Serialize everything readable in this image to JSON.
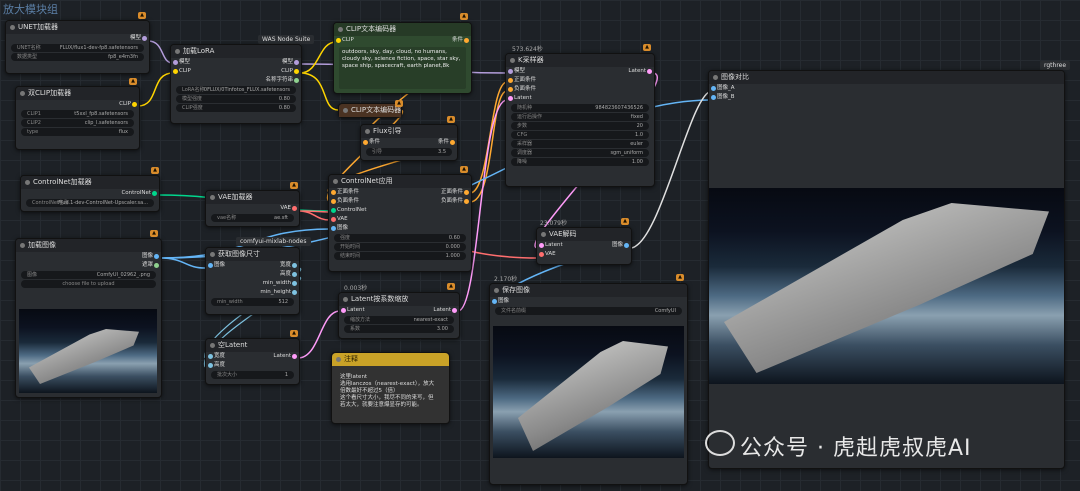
{
  "group_title": "放大模块组",
  "tags": {
    "was": "WAS Node Suite",
    "comfyui_mixlab": "comfyui-mixlab-nodes",
    "rgthree": "rgthree"
  },
  "badges": {
    "ksampler_time": "573.624秒",
    "vae_decode_time": "23.079秒",
    "save_time": "2.170秒",
    "latent_scale_time": "0.003秒"
  },
  "unet": {
    "title": "UNET加载器",
    "out_model": "模型",
    "w1_label": "UNET名称",
    "w1_value": "FLUX/flux1-dev-fp8.safetensors",
    "w2_label": "数据类型",
    "w2_value": "fp8_e4m3fn"
  },
  "dual_clip": {
    "title": "双CLIP加载器",
    "out_clip": "CLIP",
    "w1_label": "CLIP1",
    "w1_value": "t5xxl_fp8.safetensors",
    "w2_label": "CLIP2",
    "w2_value": "clip_l.safetensors",
    "w3_label": "type",
    "w3_value": "flux"
  },
  "lora": {
    "title": "加载LoRA",
    "in_model": "模型",
    "in_clip": "CLIP",
    "out_model": "模型",
    "out_clip": "CLIP",
    "out_name": "名称字符串",
    "w1_label": "LoRA名称",
    "w1_value": "0FLUX/0Tinfotos_FLUX.safetensors",
    "w2_label": "模型强度",
    "w2_value": "0.80",
    "w3_label": "CLIP强度",
    "w3_value": "0.80"
  },
  "clip_encode": {
    "title": "CLIP文本编码器",
    "in_clip": "CLIP",
    "out": "条件",
    "text": "outdoors, sky, day, cloud, no humans, cloudy sky, science fiction, space, star sky, space ship, spacecraft, earth planet,8k"
  },
  "clip_encode2": {
    "title": "CLIP文本编码器"
  },
  "flux_guide": {
    "title": "Flux引导",
    "in": "条件",
    "out": "条件",
    "w_label": "引导",
    "w_value": "3.5"
  },
  "controlnet_loader": {
    "title": "ControlNet加载器",
    "out": "ControlNet",
    "w_label": "ControlNet名称",
    "w_value": "Flux.1-dev-ControlNet-Upscaler.sa..."
  },
  "vae_loader": {
    "title": "VAE加载器",
    "out": "VAE",
    "w_label": "vae名称",
    "w_value": "ae.sft"
  },
  "controlnet_apply": {
    "title": "ControlNet应用",
    "in1": "正面条件",
    "in2": "负面条件",
    "in3": "ControlNet",
    "in4": "VAE",
    "in5": "图像",
    "out1": "正面条件",
    "out2": "负面条件",
    "w1_label": "强度",
    "w1_value": "0.60",
    "w2_label": "开始时间",
    "w2_value": "0.000",
    "w3_label": "结束时间",
    "w3_value": "1.000"
  },
  "ksampler": {
    "title": "K采样器",
    "in1": "模型",
    "in2": "正面条件",
    "in3": "负面条件",
    "in4": "Latent",
    "out": "Latent",
    "widgets": [
      {
        "label": "随机种",
        "value": "984823607436526"
      },
      {
        "label": "运行后操作",
        "value": "fixed"
      },
      {
        "label": "步数",
        "value": "20"
      },
      {
        "label": "CFG",
        "value": "1.0"
      },
      {
        "label": "采样器",
        "value": "euler"
      },
      {
        "label": "调度器",
        "value": "sgm_uniform"
      },
      {
        "label": "降噪",
        "value": "1.00"
      }
    ]
  },
  "vae_decode": {
    "title": "VAE解码",
    "in1": "Latent",
    "in2": "VAE",
    "out": "图像"
  },
  "load_image": {
    "title": "加载图像",
    "out1": "图像",
    "out2": "遮罩",
    "w_label": "图像",
    "w_value": "ComfyUI_02962_.png",
    "upload": "choose file to upload"
  },
  "get_size": {
    "title": "获取图像尺寸",
    "in": "图像",
    "out1": "宽度",
    "out2": "高度",
    "out3": "min_width",
    "out4": "min_height",
    "w_label": "min_width",
    "w_value": "512"
  },
  "empty_latent": {
    "title": "空Latent",
    "in1": "宽度",
    "in2": "高度",
    "out": "Latent",
    "w_label": "批次大小",
    "w_value": "1"
  },
  "latent_scale": {
    "title": "Latent按系数缩放",
    "in": "Latent",
    "out": "Latent",
    "w1_label": "缩放方法",
    "w1_value": "nearest-exact",
    "w2_label": "系数",
    "w2_value": "3.00"
  },
  "note": {
    "title": "注释",
    "text1": "这里latent",
    "text2": "选用lanczos（nearest-exact），放大",
    "text3": "倍数最好不超过5（倍）",
    "text4": "这个看尺寸大小，我尽不同的来写，但",
    "text5": "若太大，就要注意爆显存的可能。"
  },
  "save_image": {
    "title": "保存图像",
    "in": "图像",
    "w_label": "文件名前缀",
    "w_value": "ComfyUI"
  },
  "compare": {
    "title": "图像对比",
    "in1": "图像_A",
    "in2": "图像_B"
  },
  "watermark": "公众号 · 虎赳虎叔虎AI",
  "colors": {
    "model": "#b39ddb",
    "clip": "#ffd500",
    "conditioning": "#ffa931",
    "latent": "#ff9cf9",
    "vae": "#ff6e6e",
    "image": "#64b5f6",
    "controlnet": "#00d78d",
    "int": "#7ec2e0"
  }
}
